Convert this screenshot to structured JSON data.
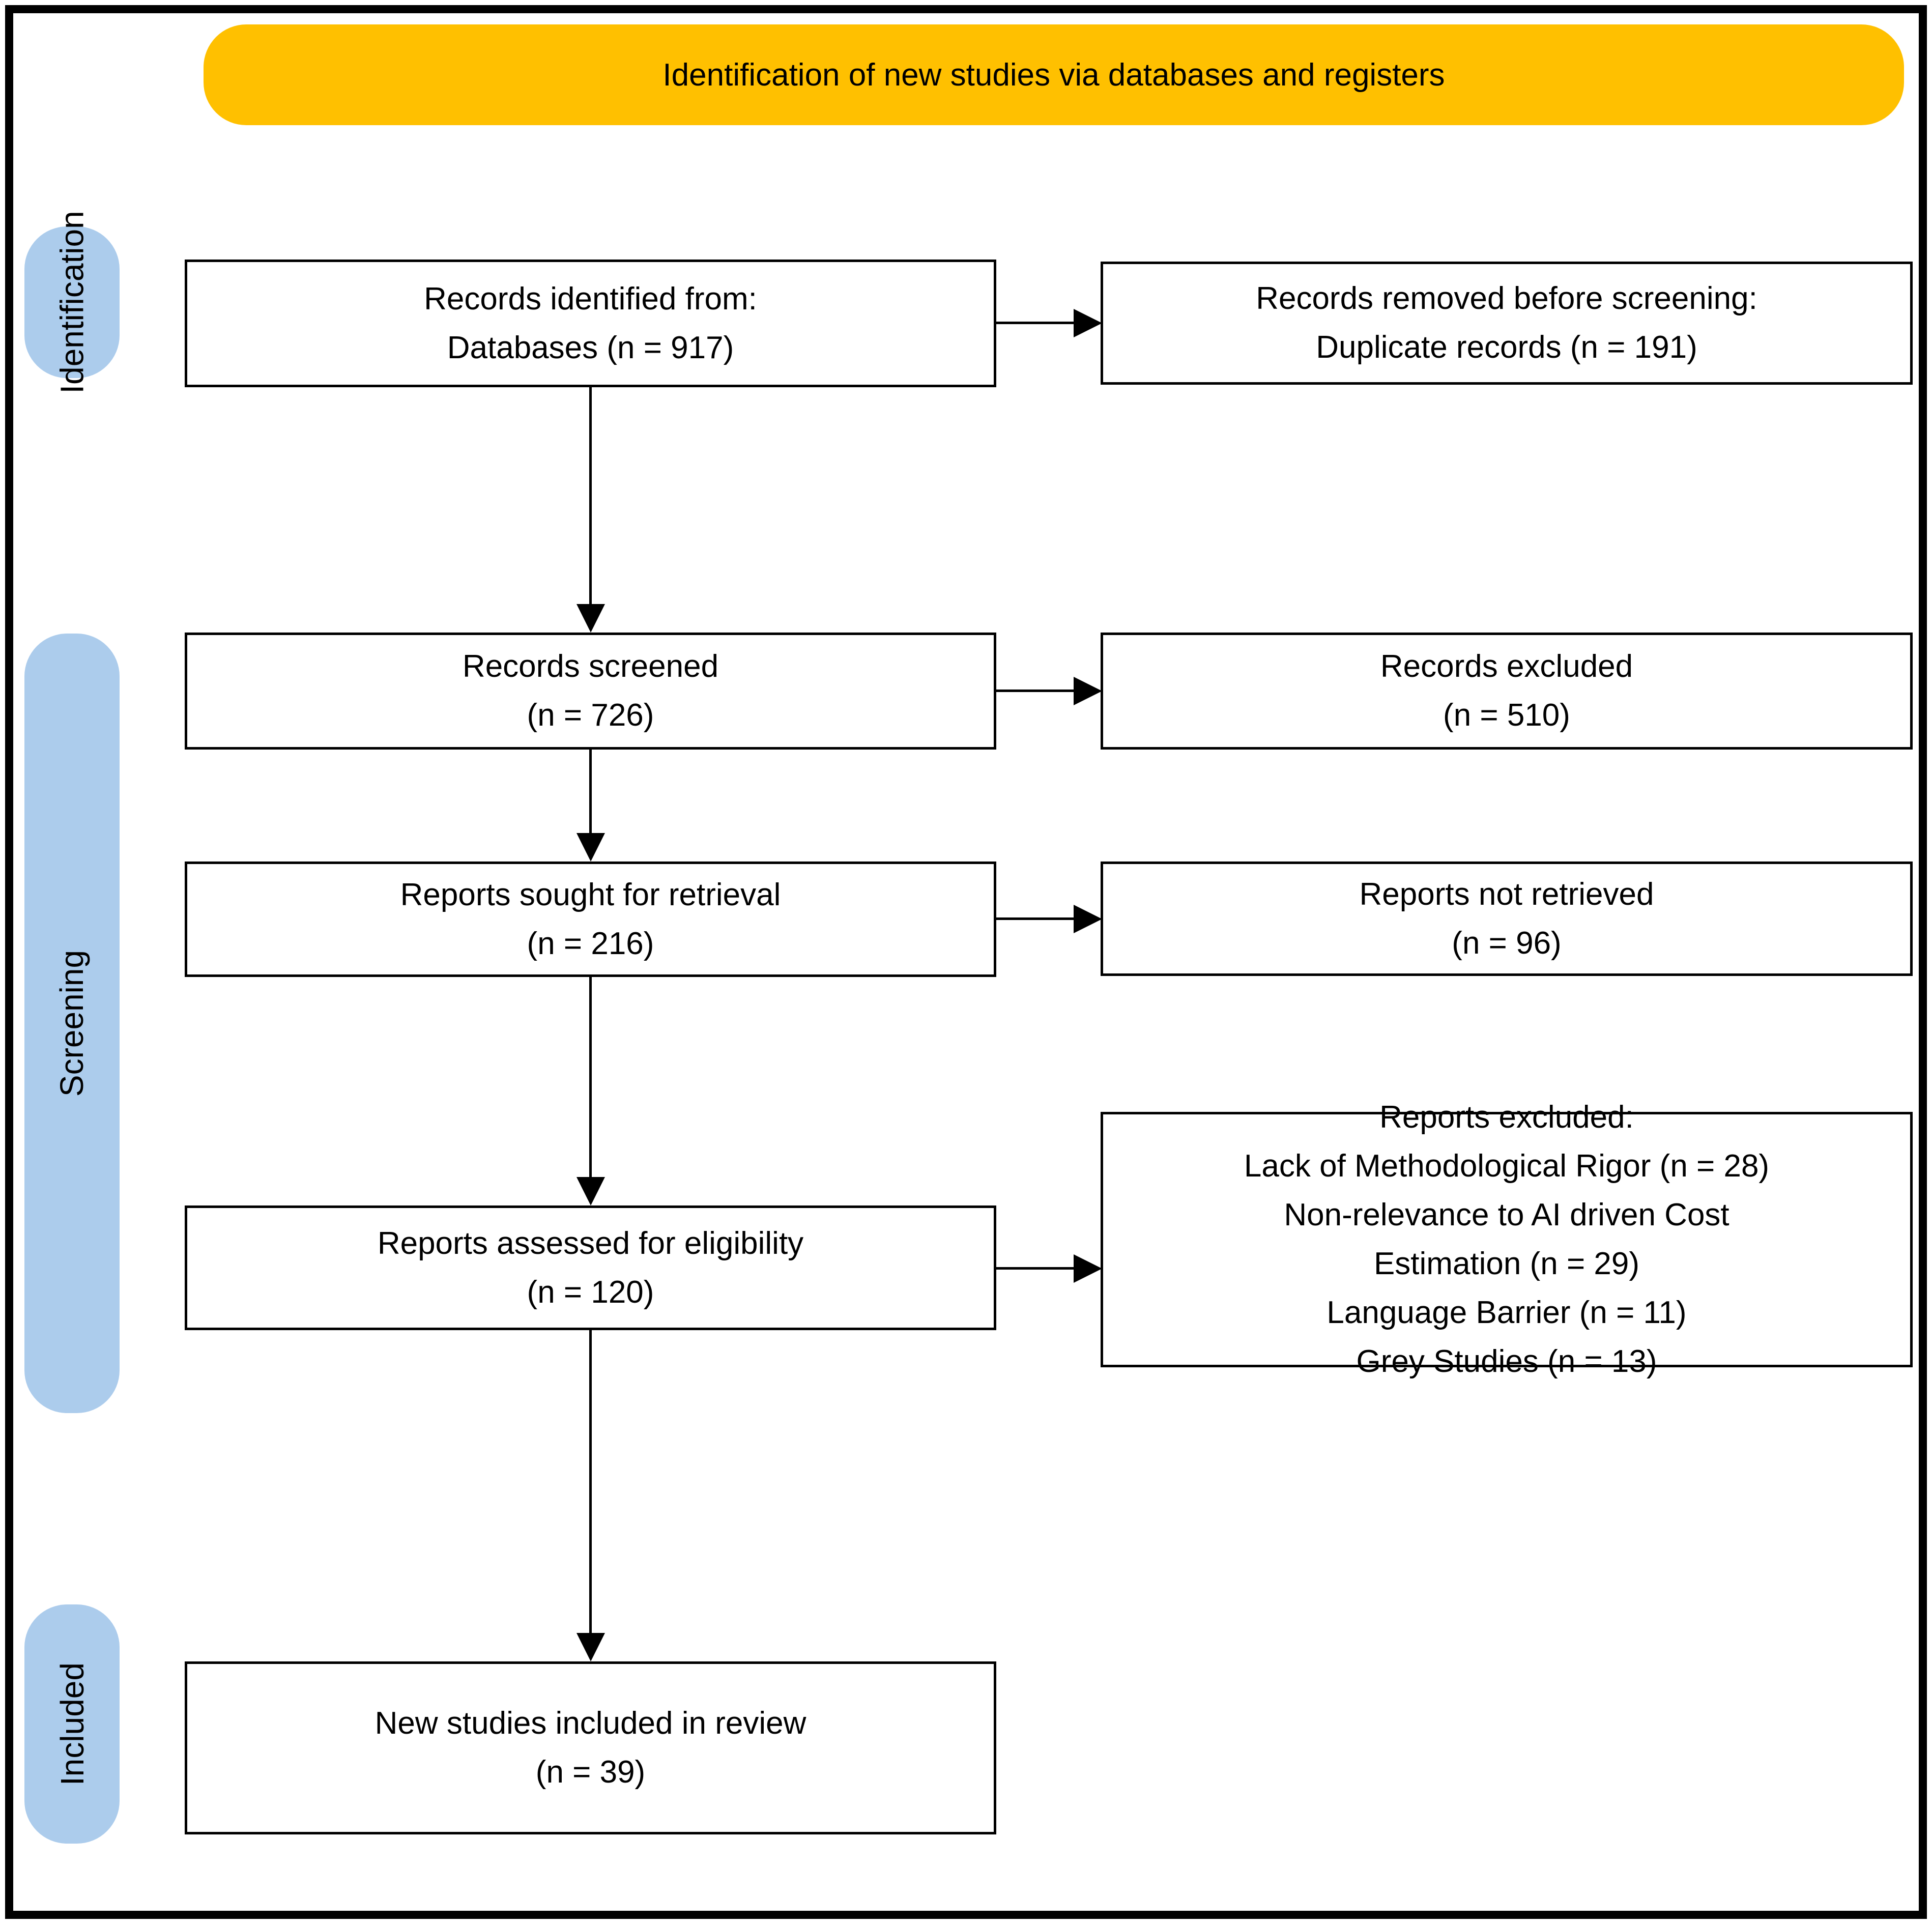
{
  "title_banner": {
    "label": "Identification of new studies via databases and registers"
  },
  "colors": {
    "banner_bg": "#FFC000",
    "stage_pill_bg": "#ACCCEC",
    "box_border": "#000000",
    "text": "#000000"
  },
  "stages": [
    {
      "label": "Identification"
    },
    {
      "label": "Screening"
    },
    {
      "label": "Included"
    }
  ],
  "boxes": {
    "left": [
      {
        "lines": [
          "Records identified from:",
          "Databases (n = 917)"
        ]
      },
      {
        "lines": [
          "Records screened",
          "(n = 726)"
        ]
      },
      {
        "lines": [
          "Reports sought for retrieval",
          "(n = 216)"
        ]
      },
      {
        "lines": [
          "Reports assessed for eligibility",
          "(n = 120)"
        ]
      },
      {
        "lines": [
          "New studies included in review",
          "(n = 39)"
        ]
      }
    ],
    "right": [
      {
        "lines": [
          "Records removed before screening:",
          "Duplicate records (n = 191)"
        ]
      },
      {
        "lines": [
          "Records excluded",
          "(n = 510)"
        ]
      },
      {
        "lines": [
          "Reports not retrieved",
          "(n = 96)"
        ]
      },
      {
        "lines": [
          "Reports excluded:",
          "Lack of Methodological Rigor (n = 28)",
          "Non-relevance to AI driven Cost",
          "Estimation (n = 29)",
          "Language Barrier (n = 11)",
          "Grey Studies (n = 13)"
        ]
      }
    ]
  }
}
